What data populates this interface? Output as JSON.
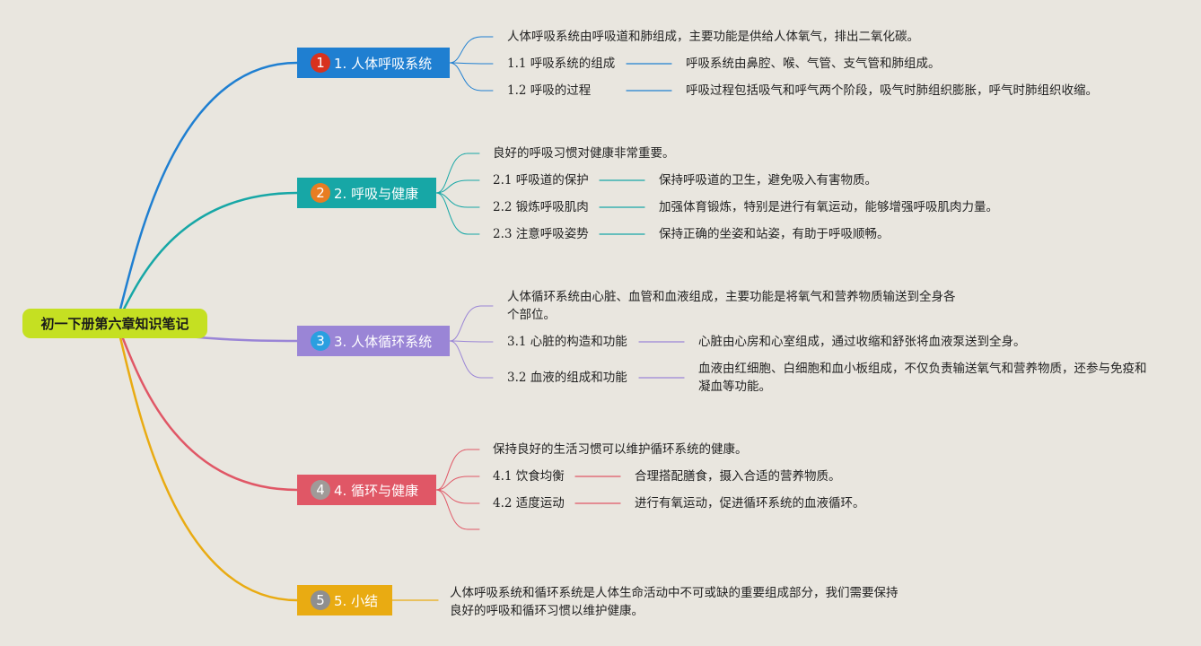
{
  "root": {
    "label": "初一下册第六章知识笔记",
    "color": "#c5e022"
  },
  "branches": [
    {
      "id": "b1",
      "number": "1",
      "label": "1. 人体呼吸系统",
      "color": "#1f7fd1",
      "badge_color": "#d8321e",
      "summary": "人体呼吸系统由呼吸道和肺组成，主要功能是供给人体氧气，排出二氧化碳。",
      "subs": [
        {
          "label": "1.1 呼吸系统的组成",
          "detail": "呼吸系统由鼻腔、喉、气管、支气管和肺组成。"
        },
        {
          "label": "1.2 呼吸的过程",
          "detail": "呼吸过程包括吸气和呼气两个阶段，吸气时肺组织膨胀，呼气时肺组织收缩。"
        }
      ]
    },
    {
      "id": "b2",
      "number": "2",
      "label": "2. 呼吸与健康",
      "color": "#17a7a6",
      "badge_color": "#e77d22",
      "summary": "良好的呼吸习惯对健康非常重要。",
      "subs": [
        {
          "label": "2.1 呼吸道的保护",
          "detail": "保持呼吸道的卫生，避免吸入有害物质。"
        },
        {
          "label": "2.2 锻炼呼吸肌肉",
          "detail": "加强体育锻炼，特别是进行有氧运动，能够增强呼吸肌肉力量。"
        },
        {
          "label": "2.3 注意呼吸姿势",
          "detail": "保持正确的坐姿和站姿，有助于呼吸顺畅。"
        }
      ]
    },
    {
      "id": "b3",
      "number": "3",
      "label": "3. 人体循环系统",
      "color": "#9a85d6",
      "badge_color": "#2a9fe0",
      "summary": "人体循环系统由心脏、血管和血液组成，主要功能是将氧气和营养物质输送到全身各个部位。",
      "subs": [
        {
          "label": "3.1 心脏的构造和功能",
          "detail": "心脏由心房和心室组成，通过收缩和舒张将血液泵送到全身。"
        },
        {
          "label": "3.2 血液的组成和功能",
          "detail": "血液由红细胞、白细胞和血小板组成，不仅负责输送氧气和营养物质，还参与免疫和凝血等功能。"
        }
      ]
    },
    {
      "id": "b4",
      "number": "4",
      "label": "4. 循环与健康",
      "color": "#e05766",
      "badge_color": "#a09a98",
      "summary": "保持良好的生活习惯可以维护循环系统的健康。",
      "subs": [
        {
          "label": "4.1 饮食均衡",
          "detail": "合理搭配膳食，摄入合适的营养物质。"
        },
        {
          "label": "4.2 适度运动",
          "detail": "进行有氧运动，促进循环系统的血液循环。"
        }
      ]
    },
    {
      "id": "b5",
      "number": "5",
      "label": "5. 小结",
      "color": "#e9ab12",
      "badge_color": "#8f8f8f",
      "summary": "人体呼吸系统和循环系统是人体生命活动中不可或缺的重要组成部分，我们需要保持良好的呼吸和循环习惯以维护健康。",
      "subs": []
    }
  ]
}
